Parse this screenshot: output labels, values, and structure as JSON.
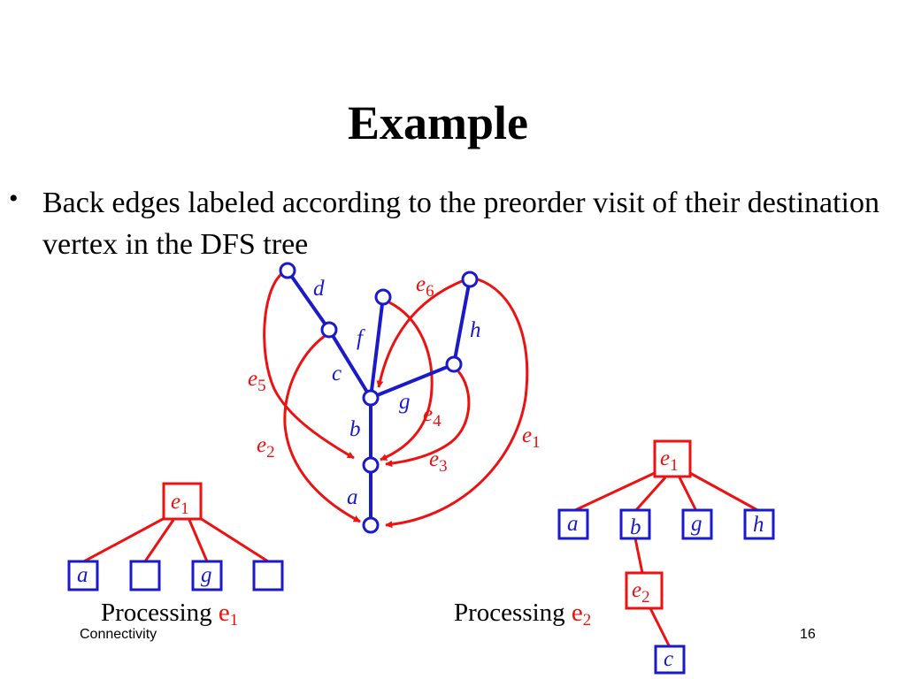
{
  "slide": {
    "title": "Example",
    "bullet": "Back edges labeled according to the preorder visit of their destination vertex in the DFS tree",
    "footer_left": "Connectivity",
    "footer_right": "16"
  },
  "colors": {
    "tree_edge": "#1a1acc",
    "back_edge": "#ee1111",
    "node_fill": "#ffffff"
  },
  "graph": {
    "tree_edge_labels": {
      "d": "d",
      "f": "f",
      "h": "h",
      "c": "c",
      "g": "g",
      "b": "b",
      "a": "a"
    },
    "back_edge_labels": [
      {
        "letter": "e",
        "index": "6"
      },
      {
        "letter": "e",
        "index": "5"
      },
      {
        "letter": "e",
        "index": "4"
      },
      {
        "letter": "e",
        "index": "1"
      },
      {
        "letter": "e",
        "index": "2"
      },
      {
        "letter": "e",
        "index": "3"
      }
    ]
  },
  "tree1": {
    "root": {
      "letter": "e",
      "index": "1"
    },
    "leaves": [
      "a",
      "",
      "g",
      ""
    ],
    "caption": {
      "text": "Processing ",
      "edge_letter": "e",
      "edge_index": "1"
    }
  },
  "tree2": {
    "root": {
      "letter": "e",
      "index": "1"
    },
    "leaves": [
      "a",
      "b",
      "g",
      "h"
    ],
    "child": {
      "letter": "e",
      "index": "2"
    },
    "grandchild": "c",
    "caption": {
      "text": "Processing ",
      "edge_letter": "e",
      "edge_index": "2"
    }
  }
}
